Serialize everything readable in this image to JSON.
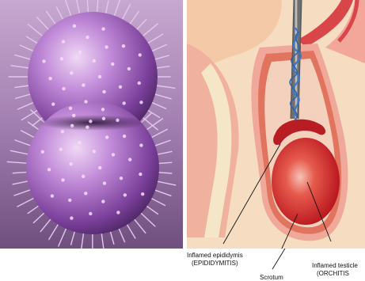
{
  "figure_left": {
    "subject": "bacterium-illustration",
    "colors": {
      "background_top": "#c09fc9",
      "background_bottom": "#7d5a8b",
      "cell": "#a56ac2",
      "spike": "#e8c9f0"
    }
  },
  "figure_right": {
    "colors": {
      "skin": "#f6d9b8",
      "flesh": "#f2a79a",
      "muscle": "#d9464a",
      "testicle": "#d42a2a",
      "epididymis": "#b81d24",
      "vas": "#8a8a8a",
      "veins": "#3a78c9"
    },
    "labels": {
      "epididymis_line1": "Inflamed epididymis",
      "epididymis_line2": "(EPIDIDYMITIS)",
      "scrotum": "Scrotum",
      "testicle_line1": "Inflamed testicle",
      "testicle_line2": "(ORCHITIS"
    }
  }
}
